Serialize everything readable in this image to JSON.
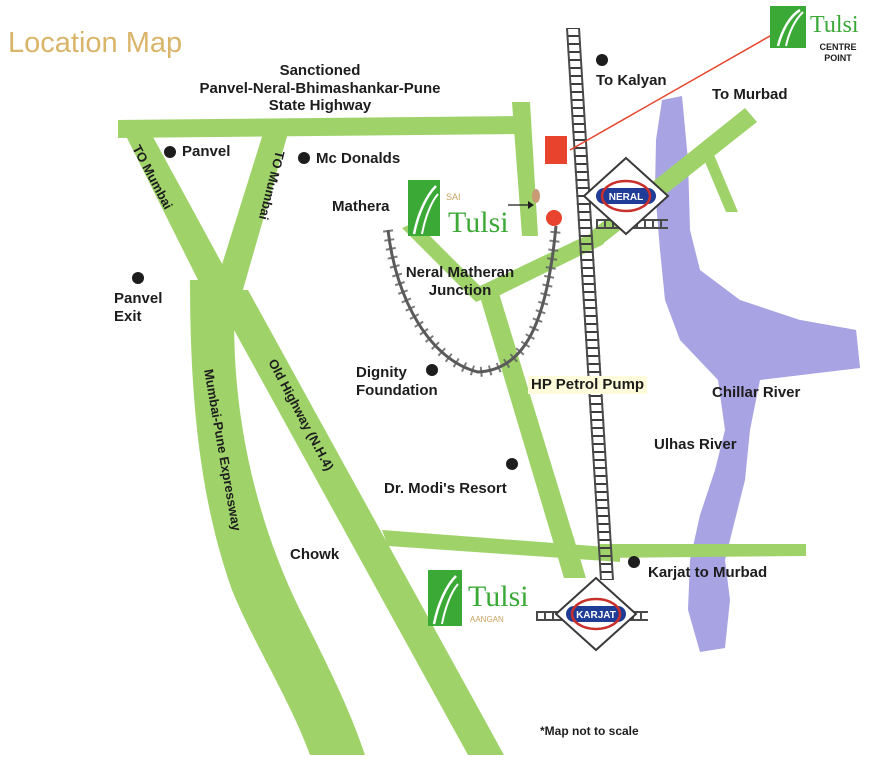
{
  "map": {
    "title": "Location Map",
    "highway_caption": [
      "Sanctioned",
      "Panvel-Neral-Bhimashankar-Pune",
      "State Highway"
    ],
    "places": {
      "to_kalyan": "To Kalyan",
      "to_murbad": "To Murbad",
      "panvel": "Panvel",
      "mc_donalds": "Mc Donalds",
      "mathera": "Mathera",
      "neral_matheran_junction": [
        "Neral Matheran",
        "Junction"
      ],
      "panvel_exit": [
        "Panvel",
        "Exit"
      ],
      "dignity_foundation": [
        "Dignity",
        "Foundation"
      ],
      "hp_petrol_pump": "HP Petrol Pump",
      "chillar_river": "Chillar River",
      "ulhas_river": "Ulhas River",
      "dr_modis_resort": "Dr. Modi's Resort",
      "chowk": "Chowk",
      "karjat_to_murbad": "Karjat to Murbad"
    },
    "road_labels": {
      "to_mumbai_left": "TO Mumbai",
      "to_mumbai_right": "TO Mumbai",
      "expressway": "Mumbai-Pune Expressway",
      "old_highway": "Old Highway (N.H.4)"
    },
    "stations": {
      "neral": "NERAL",
      "karjat": "KARJAT"
    },
    "logos": {
      "centre_point": {
        "brand": "Tulsi",
        "sub": [
          "CENTRE",
          "POINT"
        ]
      },
      "sai_tulsi": {
        "prefix": "SAI",
        "brand": "Tulsi"
      },
      "aangan": {
        "brand": "Tulsi",
        "sub": "AANGAN"
      }
    },
    "note": "*Map not to scale",
    "colors": {
      "road": "#9fd36a",
      "river": "#a8a3e2",
      "rail": "#4a4a4a",
      "station_badge": "#1f3c96",
      "brand_green": "#3aa935",
      "marker_red": "#e8432c",
      "title": "#d9b56a"
    }
  }
}
